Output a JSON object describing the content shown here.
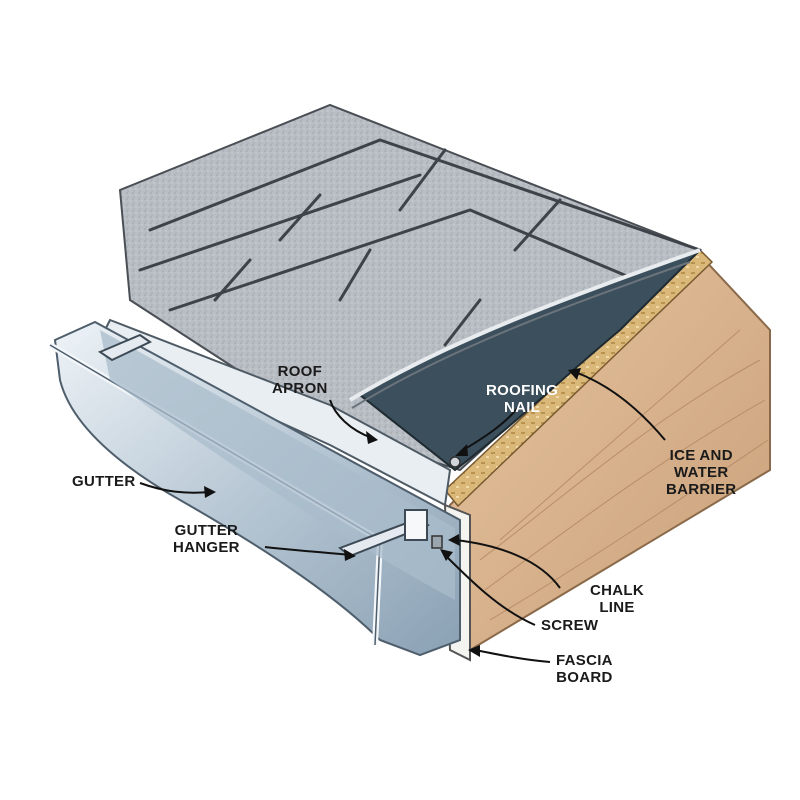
{
  "labels": {
    "roof_apron": [
      "ROOF",
      "APRON"
    ],
    "roofing_nail": [
      "ROOFING",
      "NAIL"
    ],
    "ice_water_barrier": [
      "ICE AND",
      "WATER",
      "BARRIER"
    ],
    "gutter": [
      "GUTTER"
    ],
    "gutter_hanger": [
      "GUTTER",
      "HANGER"
    ],
    "chalk_line": [
      "CHALK",
      "LINE"
    ],
    "screw": [
      "SCREW"
    ],
    "fascia_board": [
      "FASCIA",
      "BOARD"
    ]
  },
  "colors": {
    "shingle": "#b9bec4",
    "shingle_line": "#4a4f55",
    "barrier": "#3b4f5c",
    "wood": "#dcb792",
    "wood_dark": "#c49a72",
    "gutter_light": "#dfe8ef",
    "gutter_mid": "#a9bccb",
    "gutter_dark": "#7a92a6",
    "fascia_white": "#f3f3f0"
  }
}
